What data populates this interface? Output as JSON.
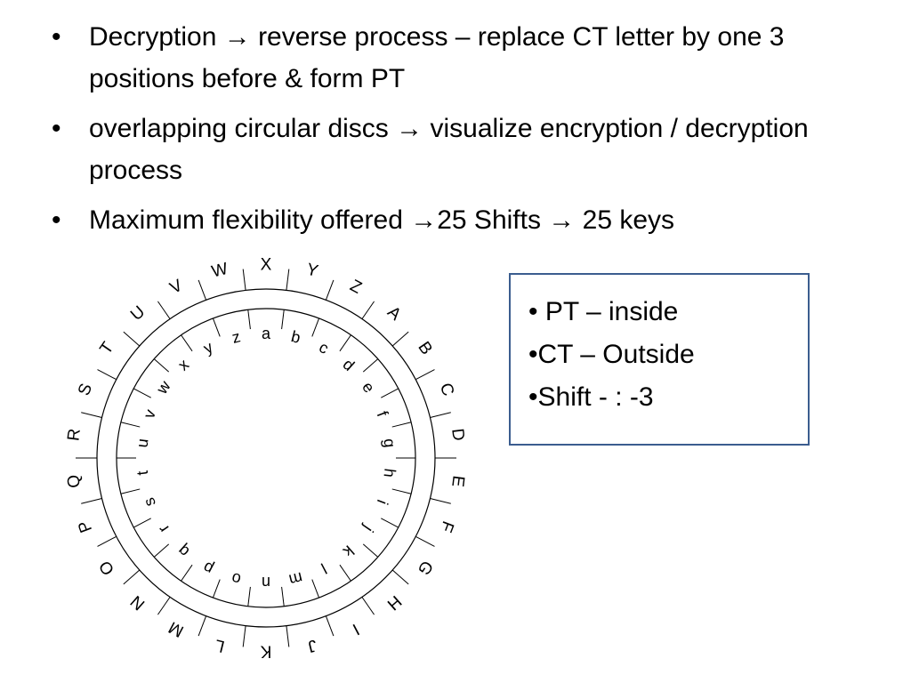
{
  "bullets": [
    {
      "text": "Decryption → reverse process – replace CT letter by one 3 positions before & form PT"
    },
    {
      "text": "overlapping circular discs → visualize encryption / decryption process"
    },
    {
      "text": "Maximum flexibility offered →25 Shifts → 25 keys"
    }
  ],
  "bullet_symbol": "•",
  "disc": {
    "outer_letters": [
      "X",
      "Y",
      "Z",
      "A",
      "B",
      "C",
      "D",
      "E",
      "F",
      "G",
      "H",
      "I",
      "J",
      "K",
      "L",
      "M",
      "N",
      "O",
      "P",
      "Q",
      "R",
      "S",
      "T",
      "U",
      "V",
      "W"
    ],
    "inner_letters": [
      "a",
      "b",
      "c",
      "d",
      "e",
      "f",
      "g",
      "h",
      "i",
      "j",
      "k",
      "l",
      "m",
      "n",
      "o",
      "p",
      "q",
      "r",
      "s",
      "t",
      "u",
      "v",
      "w",
      "x",
      "y",
      "z"
    ],
    "line_color": "#000000"
  },
  "legend": {
    "lines": [
      "• PT – inside",
      "•CT – Outside",
      "•Shift - : -3"
    ],
    "border_color": "#3b5d8f"
  }
}
